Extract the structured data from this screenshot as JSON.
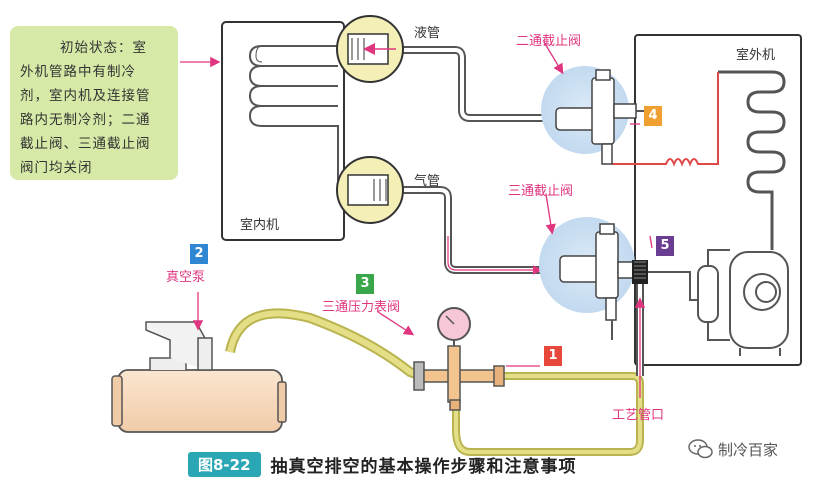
{
  "note": {
    "lines": [
      "初始状态：室",
      "外机管路中有制冷",
      "剂，室内机及连接管",
      "路内无制冷剂；二通",
      "截止阀、三通截止阀",
      "阀门均关闭"
    ]
  },
  "labels": {
    "liquid_pipe": "液管",
    "gas_pipe": "气管",
    "two_way_valve": "二通截止阀",
    "three_way_valve": "三通截止阀",
    "outdoor_unit": "室外机",
    "indoor_unit": "室内机",
    "vacuum_pump": "真空泵",
    "gauge_valve": "三通压力表阀",
    "service_port": "工艺管口"
  },
  "steps": {
    "s1": "1",
    "s2": "2",
    "s3": "3",
    "s4": "4",
    "s5": "5"
  },
  "caption": {
    "figure_no": "图8-22",
    "title": "抽真空排空的基本操作步骤和注意事项"
  },
  "watermark": {
    "text": "制冷百家"
  },
  "colors": {
    "pink": "#e0357f",
    "tag_red": "#e8483c",
    "tag_blue": "#2f86d3",
    "tag_green": "#3aa64a",
    "tag_orange": "#f0a030",
    "tag_purple": "#6b3d92",
    "hose_yellow": "#dcd36a",
    "valve_glow": "#cfe3f5",
    "caption_teal": "#2ba6b4"
  }
}
